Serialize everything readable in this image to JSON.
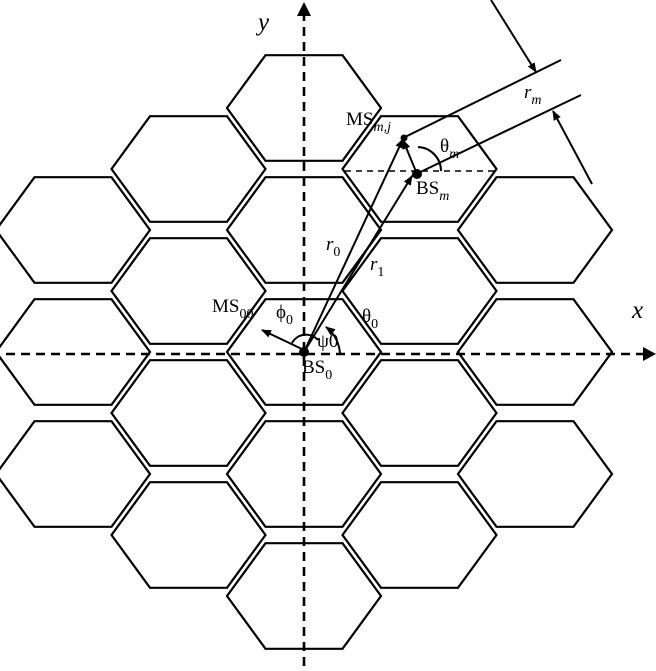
{
  "axes": {
    "x_label": "x",
    "y_label": "y"
  },
  "labels": {
    "ms_mj": "MS",
    "ms_mj_sub": "m,j",
    "theta_m": "θ",
    "theta_m_sub": "m",
    "bs_m": "BS",
    "bs_m_sub": "m",
    "r_m": "r",
    "r_m_sub": "m",
    "r0": "r",
    "r0_sub": "0",
    "r1": "r",
    "r1_sub": "1",
    "ms_00": "MS",
    "ms_00_sub": "00",
    "phi0": "ϕ",
    "phi0_sub": "0",
    "theta0": "θ",
    "theta0_sub": "0",
    "bs_0": "BS",
    "bs_0_sub": "0",
    "psi0": "ψ0"
  },
  "colors": {
    "stroke": "#000000",
    "background": "#ffffff"
  }
}
